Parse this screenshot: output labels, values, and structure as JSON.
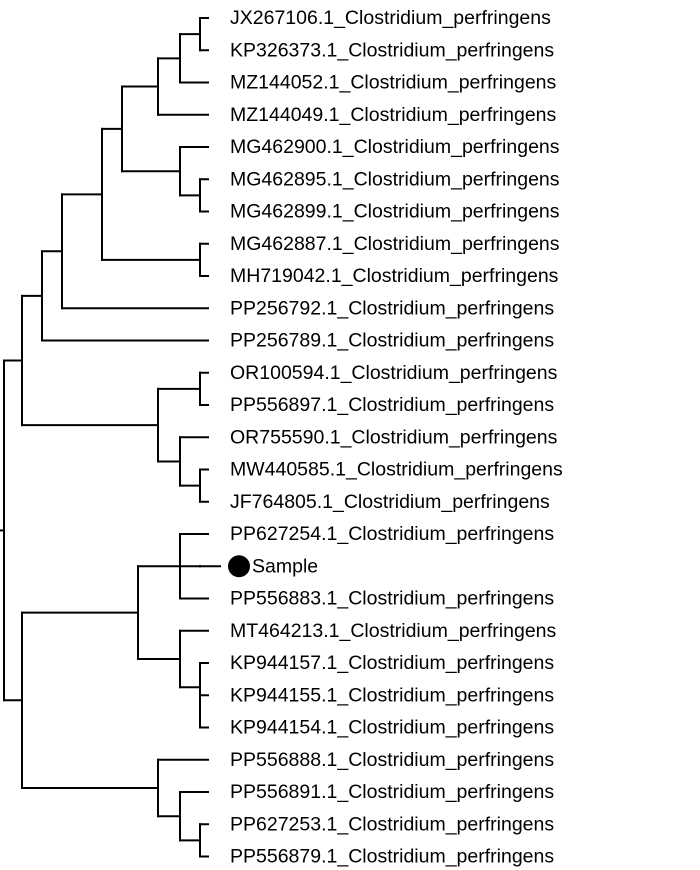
{
  "tree": {
    "leaves": [
      "JX267106.1_Clostridium_perfringens",
      "KP326373.1_Clostridium_perfringens",
      "MZ144052.1_Clostridium_perfringens",
      "MZ144049.1_Clostridium_perfringens",
      "MG462900.1_Clostridium_perfringens",
      "MG462895.1_Clostridium_perfringens",
      "MG462899.1_Clostridium_perfringens",
      "MG462887.1_Clostridium_perfringens",
      "MH719042.1_Clostridium_perfringens",
      "PP256792.1_Clostridium_perfringens",
      "PP256789.1_Clostridium_perfringens",
      "OR100594.1_Clostridium_perfringens",
      "PP556897.1_Clostridium_perfringens",
      "OR755590.1_Clostridium_perfringens",
      "MW440585.1_Clostridium_perfringens",
      "JF764805.1_Clostridium_perfringens",
      "PP627254.1_Clostridium_perfringens",
      "Sample",
      "PP556883.1_Clostridium_perfringens",
      "MT464213.1_Clostridium_perfringens",
      "KP944157.1_Clostridium_perfringens",
      "KP944155.1_Clostridium_perfringens",
      "KP944154.1_Clostridium_perfringens",
      "PP556888.1_Clostridium_perfringens",
      "PP556891.1_Clostridium_perfringens",
      "PP627253.1_Clostridium_perfringens",
      "PP556879.1_Clostridium_perfringens"
    ],
    "highlighted_leaf": "Sample",
    "marker_shape": "filled-circle",
    "line_color": "#000000"
  }
}
